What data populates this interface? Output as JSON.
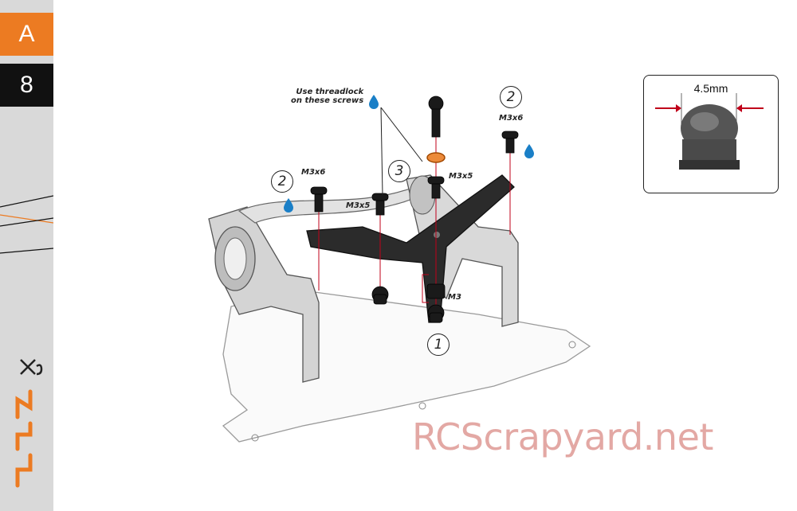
{
  "sidebar": {
    "section_letter": "A",
    "step_number": "8",
    "logo_icon": "xray-x3-logo-icon",
    "accent_color": "#ec7b22"
  },
  "diagram": {
    "threadlock_note_line1": "Use threadlock",
    "threadlock_note_line2": "on these screws",
    "callouts": {
      "step1": "1",
      "step2_left": "2",
      "step2_right": "2",
      "step3": "3"
    },
    "hardware_labels": {
      "left_screw": "M3x6",
      "right_screw": "M3x6",
      "center_left_screw": "M3x5",
      "center_right_screw": "M3x5",
      "nut": "M3"
    }
  },
  "inset": {
    "dimension_label": "4.5mm"
  },
  "watermark": "RCScrapyard.net"
}
